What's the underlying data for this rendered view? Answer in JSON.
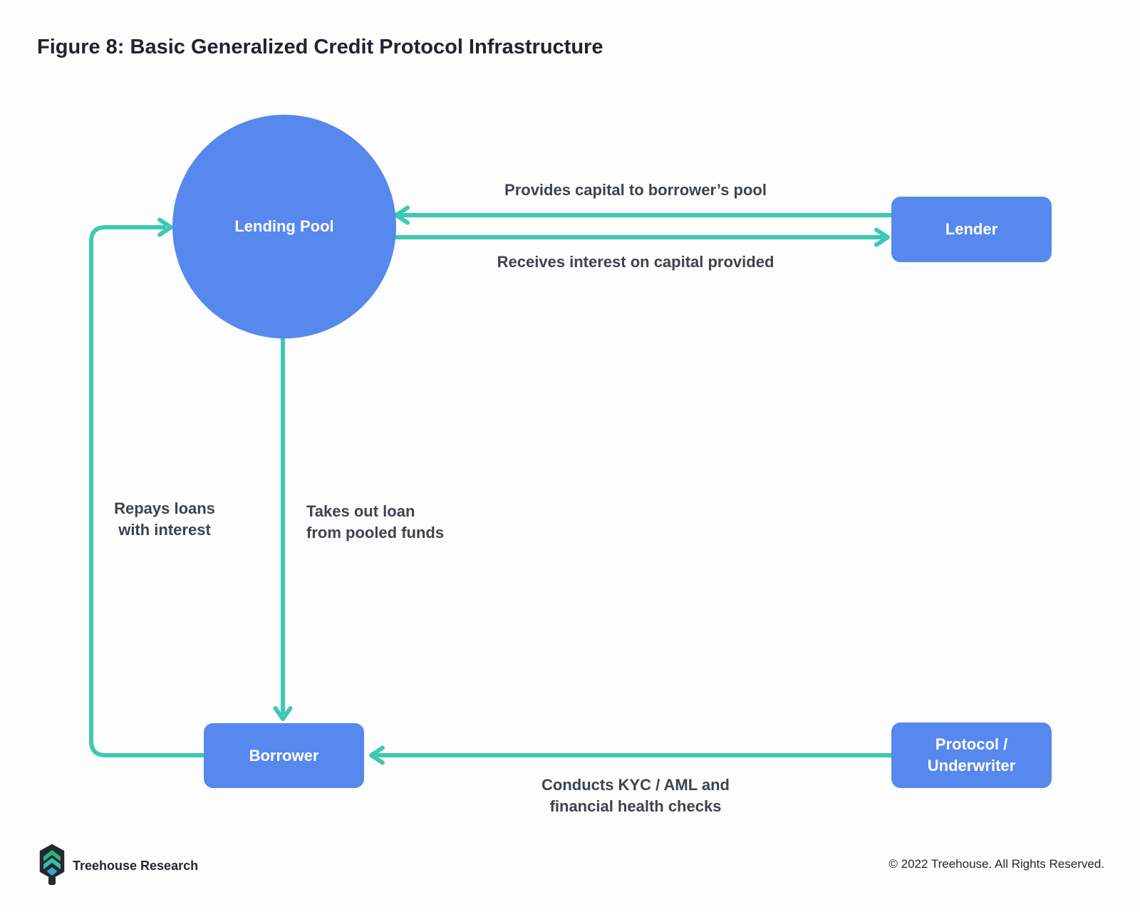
{
  "title": "Figure 8: Basic Generalized Credit Protocol Infrastructure",
  "colors": {
    "node_fill": "#5688ee",
    "arrow": "#3bc9b4",
    "title_text": "#20242e",
    "edge_label_text": "#3d4351",
    "background": "#fdfdfd"
  },
  "nodes": {
    "lending_pool": "Lending Pool",
    "lender": "Lender",
    "borrower": "Borrower",
    "protocol_underwriter": "Protocol /\nUnderwriter"
  },
  "edge_labels": {
    "provides_capital": "Provides capital to borrower’s pool",
    "receives_interest": "Receives interest on capital provided",
    "repays_loans": "Repays loans\nwith interest",
    "takes_out_loan": "Takes out loan\nfrom pooled funds",
    "conducts_kyc": "Conducts KYC / AML and\nfinancial health checks"
  },
  "edges": [
    {
      "from": "Lender",
      "to": "Lending Pool",
      "label": "Provides capital to borrower’s pool"
    },
    {
      "from": "Lending Pool",
      "to": "Lender",
      "label": "Receives interest on capital provided"
    },
    {
      "from": "Borrower",
      "to": "Lending Pool",
      "label": "Repays loans with interest"
    },
    {
      "from": "Lending Pool",
      "to": "Borrower",
      "label": "Takes out loan from pooled funds"
    },
    {
      "from": "Protocol / Underwriter",
      "to": "Borrower",
      "label": "Conducts KYC / AML and financial health checks"
    }
  ],
  "footer": {
    "brand": "Treehouse Research",
    "copyright": "© 2022 Treehouse. All Rights Reserved."
  }
}
